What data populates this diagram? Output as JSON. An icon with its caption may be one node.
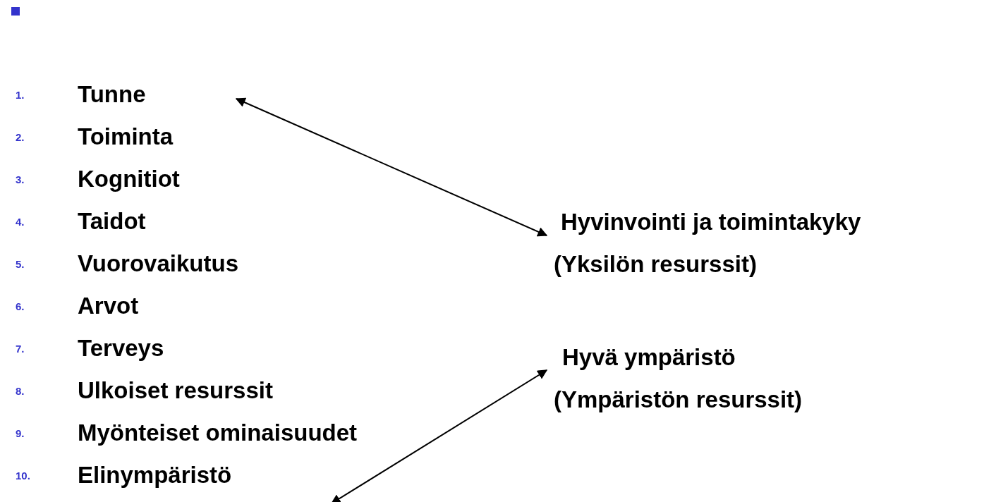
{
  "diagram": {
    "nodes": [
      {
        "text": [
          "Tunne"
        ]
      },
      {
        "text": [
          "Hyvinvointi ja toimintakyky",
          "(Yksilön resurssit)"
        ]
      },
      {
        "text": [
          "Hyvä ympäristö",
          "(Ympäristön resurssit)"
        ]
      }
    ],
    "edges": [
      {
        "from": 0,
        "to": 1,
        "arrow": "both"
      },
      {
        "from": null,
        "to": 2,
        "arrow": "both"
      }
    ],
    "labels": [
      "1.",
      "2.",
      "Toiminta",
      "3.",
      "Kognitiot",
      "4.",
      "Taidot",
      "5.",
      "Vuorovaikutus",
      "6.",
      "Arvot",
      "7.",
      "Terveys",
      "8.",
      "Ulkoiset resurssit",
      "9.",
      "Myönteiset ominaisuudet",
      "10.",
      "Elinympäristö"
    ]
  }
}
